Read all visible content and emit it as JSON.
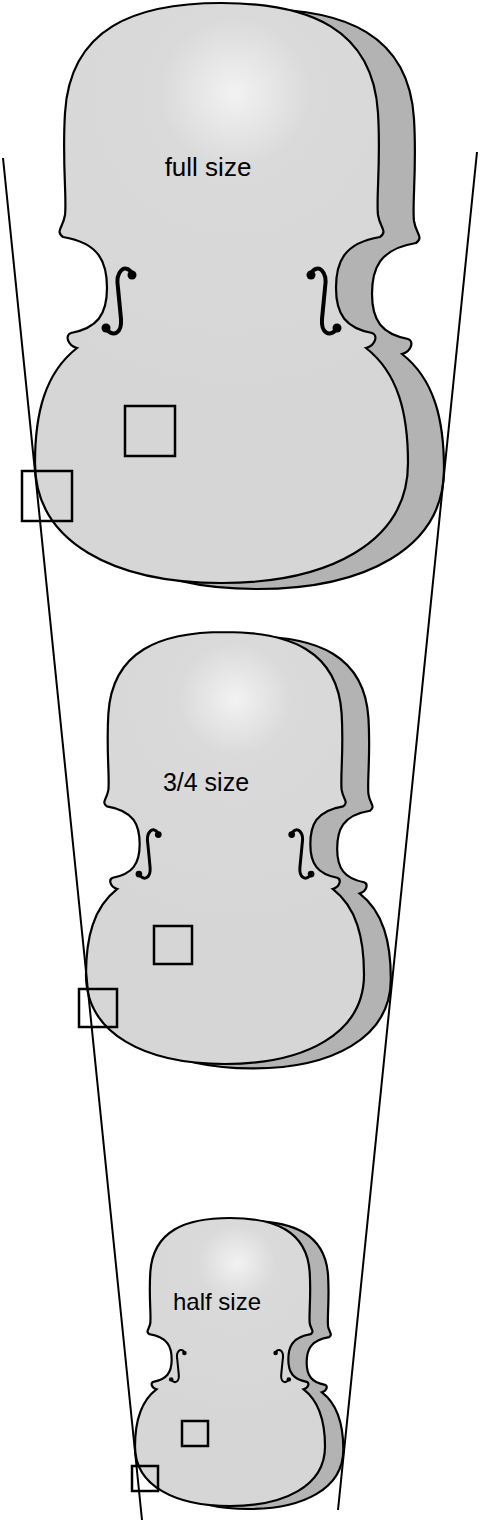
{
  "diagram": {
    "nodes": [
      {
        "text": [
          "full size"
        ]
      },
      {
        "text": [
          "3/4 size"
        ]
      },
      {
        "text": [
          "half size"
        ]
      }
    ]
  }
}
